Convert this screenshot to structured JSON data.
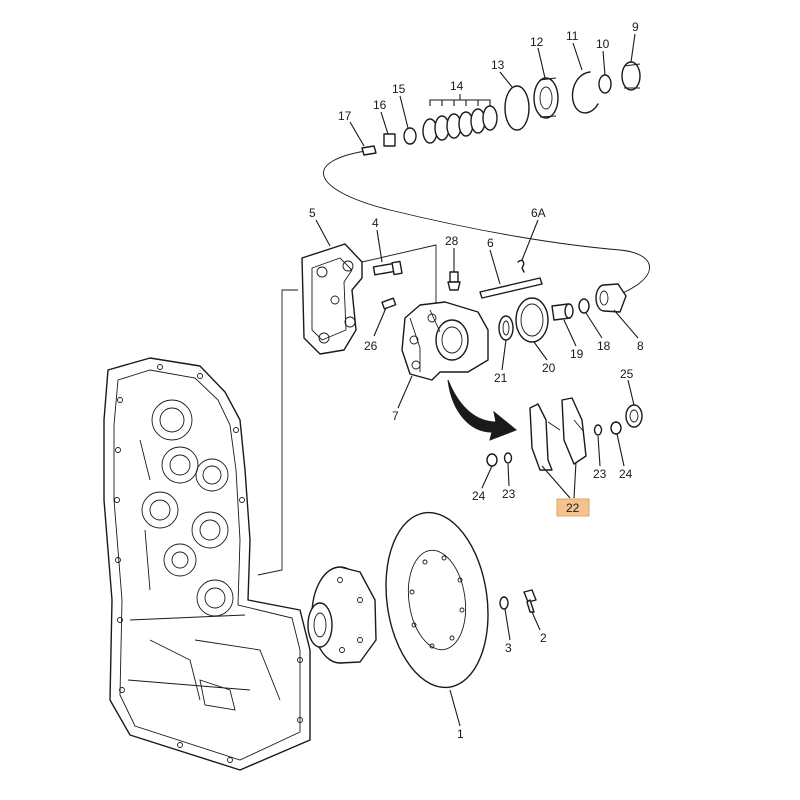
{
  "callouts": {
    "c1": "1",
    "c2": "2",
    "c3": "3",
    "c4": "4",
    "c5": "5",
    "c6": "6",
    "c6a": "6A",
    "c7": "7",
    "c8": "8",
    "c9": "9",
    "c10": "10",
    "c11": "11",
    "c12": "12",
    "c13": "13",
    "c14": "14",
    "c15": "15",
    "c16": "16",
    "c17": "17",
    "c18": "18",
    "c19": "19",
    "c20": "20",
    "c21": "21",
    "c22": "22",
    "c23a": "23",
    "c23b": "23",
    "c24a": "24",
    "c24b": "24",
    "c25": "25",
    "c26": "26",
    "c28": "28"
  },
  "colors": {
    "line": "#1a1a1a",
    "highlight": "#f5c48e",
    "background": "#ffffff"
  }
}
